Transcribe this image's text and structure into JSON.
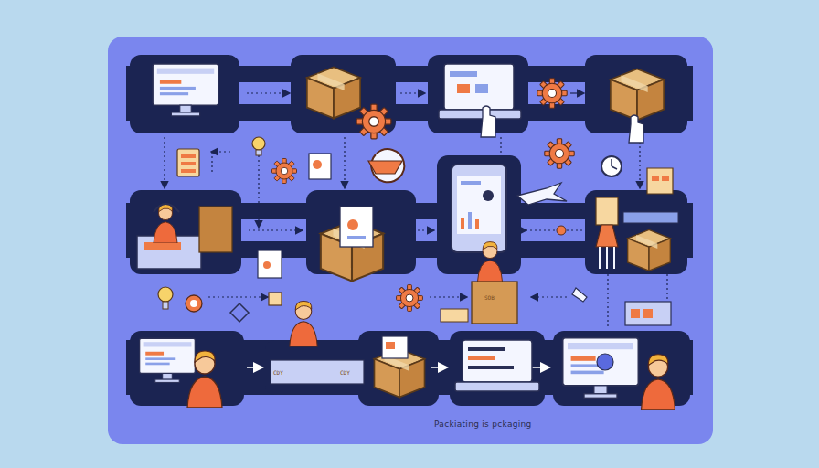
{
  "diagram": {
    "caption": "Packiating is pckaging",
    "labels": [
      "CDY",
      "CDY",
      "SOB"
    ]
  }
}
